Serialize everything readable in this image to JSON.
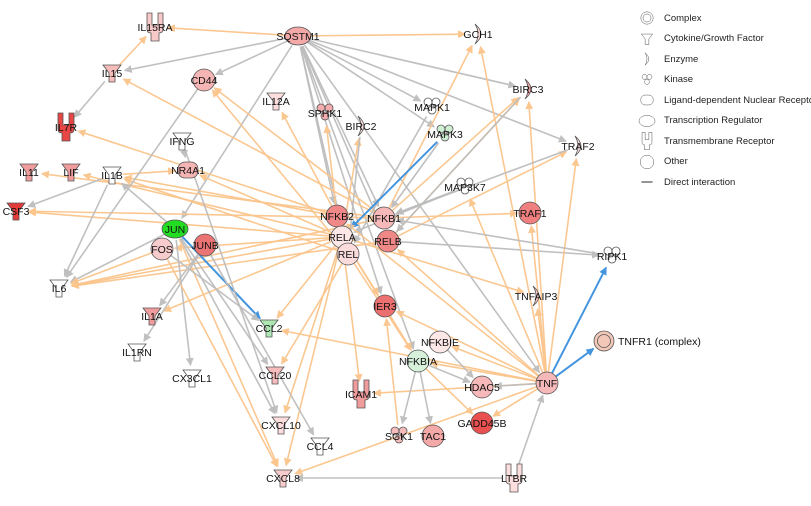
{
  "nodes": [
    {
      "id": "SQSTM1",
      "label": "SQSTM1",
      "shape": "transcription-regulator",
      "color": "#f4a9a9"
    },
    {
      "id": "IL15RA",
      "label": "IL15RA",
      "shape": "transmembrane-receptor",
      "color": "#f8c9c9"
    },
    {
      "id": "GCH1",
      "label": "GCH1",
      "shape": "enzyme",
      "color": "#fbd6d6"
    },
    {
      "id": "IL15",
      "label": "IL15",
      "shape": "cytokine",
      "color": "#f6bcbc"
    },
    {
      "id": "CD44",
      "label": "CD44",
      "shape": "other",
      "color": "#f6b5b5"
    },
    {
      "id": "BIRC3",
      "label": "BIRC3",
      "shape": "enzyme",
      "color": "#f2a3a3"
    },
    {
      "id": "IL7R",
      "label": "IL7R",
      "shape": "transmembrane-receptor",
      "color": "#e84545"
    },
    {
      "id": "IL12A",
      "label": "IL12A",
      "shape": "cytokine",
      "color": "#fcdede"
    },
    {
      "id": "SPHK1",
      "label": "SPHK1",
      "shape": "kinase",
      "color": "#f4adad"
    },
    {
      "id": "MAPK1",
      "label": "MAPK1",
      "shape": "kinase",
      "color": "#ffffff"
    },
    {
      "id": "BIRC2",
      "label": "BIRC2",
      "shape": "enzyme",
      "color": "#fcdede"
    },
    {
      "id": "MAPK3",
      "label": "MAPK3",
      "shape": "kinase",
      "color": "#cfeed2"
    },
    {
      "id": "TRAF2",
      "label": "TRAF2",
      "shape": "enzyme",
      "color": "#fcdede"
    },
    {
      "id": "IFNG",
      "label": "IFNG",
      "shape": "cytokine",
      "color": "#ffffff"
    },
    {
      "id": "IL11",
      "label": "IL11",
      "shape": "cytokine",
      "color": "#f19c9c"
    },
    {
      "id": "LIF",
      "label": "LIF",
      "shape": "cytokine",
      "color": "#f19c9c"
    },
    {
      "id": "IL1B",
      "label": "IL1B",
      "shape": "cytokine",
      "color": "#ffffff"
    },
    {
      "id": "NR4A1",
      "label": "NR4A1",
      "shape": "ligand-receptor",
      "color": "#f6b5b5"
    },
    {
      "id": "MAP3K7",
      "label": "MAP3K7",
      "shape": "kinase",
      "color": "#ffffff"
    },
    {
      "id": "CSF3",
      "label": "CSF3",
      "shape": "cytokine",
      "color": "#e53a3a"
    },
    {
      "id": "JUN",
      "label": "JUN",
      "shape": "transcription-regulator",
      "color": "#22dd22"
    },
    {
      "id": "NFKB2",
      "label": "NFKB2",
      "shape": "other",
      "color": "#f08888"
    },
    {
      "id": "NFKB1",
      "label": "NFKB1",
      "shape": "other",
      "color": "#f6b8b8"
    },
    {
      "id": "TRAF1",
      "label": "TRAF1",
      "shape": "other",
      "color": "#f08080"
    },
    {
      "id": "RELA",
      "label": "RELA",
      "shape": "other",
      "color": "#fde7e7"
    },
    {
      "id": "FOS",
      "label": "FOS",
      "shape": "other",
      "color": "#f8cccc"
    },
    {
      "id": "JUNB",
      "label": "JUNB",
      "shape": "other",
      "color": "#ec7373"
    },
    {
      "id": "RELB",
      "label": "RELB",
      "shape": "other",
      "color": "#f08888"
    },
    {
      "id": "REL",
      "label": "REL",
      "shape": "other",
      "color": "#fbdcdc"
    },
    {
      "id": "RIPK1",
      "label": "RIPK1",
      "shape": "kinase",
      "color": "#ffffff"
    },
    {
      "id": "IL6",
      "label": "IL6",
      "shape": "cytokine",
      "color": "#ffffff"
    },
    {
      "id": "TNFAIP3",
      "label": "TNFAIP3",
      "shape": "enzyme",
      "color": "#f8c6c6"
    },
    {
      "id": "IER3",
      "label": "IER3",
      "shape": "other",
      "color": "#ec7070"
    },
    {
      "id": "IL1A",
      "label": "IL1A",
      "shape": "cytokine",
      "color": "#f19c9c"
    },
    {
      "id": "CCL2",
      "label": "CCL2",
      "shape": "cytokine",
      "color": "#aee7b4"
    },
    {
      "id": "NFKBIE",
      "label": "NFKBIE",
      "shape": "other",
      "color": "#fde7e7"
    },
    {
      "id": "TNFR1",
      "label": "TNFR1 (complex)",
      "shape": "complex",
      "color": "#f4c8b8"
    },
    {
      "id": "IL1RN",
      "label": "IL1RN",
      "shape": "cytokine",
      "color": "#ffffff"
    },
    {
      "id": "NFKBIA",
      "label": "NFKBIA",
      "shape": "other",
      "color": "#d6f0d9"
    },
    {
      "id": "CX3CL1",
      "label": "CX3CL1",
      "shape": "cytokine",
      "color": "#ffffff"
    },
    {
      "id": "CCL20",
      "label": "CCL20",
      "shape": "cytokine",
      "color": "#f6bcbc"
    },
    {
      "id": "ICAM1",
      "label": "ICAM1",
      "shape": "transmembrane-receptor",
      "color": "#f19c9c"
    },
    {
      "id": "HDAC5",
      "label": "HDAC5",
      "shape": "other",
      "color": "#f6b8b8"
    },
    {
      "id": "TNF",
      "label": "TNF",
      "shape": "other",
      "color": "#f6b8b8"
    },
    {
      "id": "GADD45B",
      "label": "GADD45B",
      "shape": "other",
      "color": "#ea5050"
    },
    {
      "id": "CXCL10",
      "label": "CXCL10",
      "shape": "cytokine",
      "color": "#fcdede"
    },
    {
      "id": "SGK1",
      "label": "SGK1",
      "shape": "kinase",
      "color": "#f6bcbc"
    },
    {
      "id": "TAC1",
      "label": "TAC1",
      "shape": "other",
      "color": "#f4a9a9"
    },
    {
      "id": "CCL4",
      "label": "CCL4",
      "shape": "cytokine",
      "color": "#ffffff"
    },
    {
      "id": "CXCL8",
      "label": "CXCL8",
      "shape": "cytokine",
      "color": "#f8cccc"
    },
    {
      "id": "LTBR",
      "label": "LTBR",
      "shape": "transmembrane-receptor",
      "color": "#fcdede"
    }
  ],
  "edges": [
    {
      "from": "SQSTM1",
      "to": "IL15RA",
      "kind": "orange"
    },
    {
      "from": "SQSTM1",
      "to": "GCH1",
      "kind": "orange"
    },
    {
      "from": "SQSTM1",
      "to": "CD44",
      "kind": "gray"
    },
    {
      "from": "SQSTM1",
      "to": "NFKB1",
      "kind": "gray"
    },
    {
      "from": "SQSTM1",
      "to": "NFKB2",
      "kind": "gray"
    },
    {
      "from": "SQSTM1",
      "to": "REL",
      "kind": "gray"
    },
    {
      "from": "SQSTM1",
      "to": "RELB",
      "kind": "gray"
    },
    {
      "from": "SQSTM1",
      "to": "MAPK1",
      "kind": "gray"
    },
    {
      "from": "SQSTM1",
      "to": "MAPK3",
      "kind": "gray"
    },
    {
      "from": "SQSTM1",
      "to": "BIRC3",
      "kind": "gray"
    },
    {
      "from": "SQSTM1",
      "to": "TRAF2",
      "kind": "gray"
    },
    {
      "from": "SQSTM1",
      "to": "TNF",
      "kind": "gray"
    },
    {
      "from": "SQSTM1",
      "to": "IER3",
      "kind": "gray"
    },
    {
      "from": "SQSTM1",
      "to": "NFKBIA",
      "kind": "gray"
    },
    {
      "from": "SQSTM1",
      "to": "JUN",
      "kind": "gray"
    },
    {
      "from": "SQSTM1",
      "to": "IL15",
      "kind": "gray"
    },
    {
      "from": "IL15",
      "to": "IL7R",
      "kind": "gray"
    },
    {
      "from": "IL15",
      "to": "IL15RA",
      "kind": "orange"
    },
    {
      "from": "NFKB1",
      "to": "IL15",
      "kind": "orange"
    },
    {
      "from": "NFKB1",
      "to": "CD44",
      "kind": "orange"
    },
    {
      "from": "NFKB1",
      "to": "BIRC3",
      "kind": "orange"
    },
    {
      "from": "NFKB1",
      "to": "GCH1",
      "kind": "orange"
    },
    {
      "from": "NFKB1",
      "to": "TRAF1",
      "kind": "orange"
    },
    {
      "from": "NFKB1",
      "to": "IL11",
      "kind": "orange"
    },
    {
      "from": "NFKB1",
      "to": "CSF3",
      "kind": "orange"
    },
    {
      "from": "NFKB1",
      "to": "IL6",
      "kind": "orange"
    },
    {
      "from": "NFKB2",
      "to": "IL1B",
      "kind": "orange"
    },
    {
      "from": "NFKB2",
      "to": "IL7R",
      "kind": "orange"
    },
    {
      "from": "NFKB2",
      "to": "SPHK1",
      "kind": "orange"
    },
    {
      "from": "NFKB2",
      "to": "IL12A",
      "kind": "orange"
    },
    {
      "from": "RELA",
      "to": "NR4A1",
      "kind": "orange"
    },
    {
      "from": "RELA",
      "to": "FOS",
      "kind": "orange"
    },
    {
      "from": "RELA",
      "to": "CSF3",
      "kind": "orange"
    },
    {
      "from": "RELA",
      "to": "IL6",
      "kind": "orange"
    },
    {
      "from": "RELA",
      "to": "ICAM1",
      "kind": "orange"
    },
    {
      "from": "RELA",
      "to": "CCL2",
      "kind": "orange"
    },
    {
      "from": "RELA",
      "to": "CXCL8",
      "kind": "orange"
    },
    {
      "from": "RELA",
      "to": "CXCL10",
      "kind": "orange"
    },
    {
      "from": "RELA",
      "to": "BIRC2",
      "kind": "orange"
    },
    {
      "from": "RELA",
      "to": "TNFAIP3",
      "kind": "orange"
    },
    {
      "from": "RELA",
      "to": "NFKBIA",
      "kind": "orange"
    },
    {
      "from": "RELA",
      "to": "IER3",
      "kind": "orange"
    },
    {
      "from": "RELA",
      "to": "IL1A",
      "kind": "orange"
    },
    {
      "from": "RELA",
      "to": "LIF",
      "kind": "orange"
    },
    {
      "from": "RELB",
      "to": "TRAF2",
      "kind": "orange"
    },
    {
      "from": "RELB",
      "to": "BIRC3",
      "kind": "orange"
    },
    {
      "from": "RELB",
      "to": "RIPK1",
      "kind": "gray"
    },
    {
      "from": "RELB",
      "to": "IL6",
      "kind": "orange"
    },
    {
      "from": "REL",
      "to": "CD44",
      "kind": "orange"
    },
    {
      "from": "REL",
      "to": "CCL20",
      "kind": "orange"
    },
    {
      "from": "REL",
      "to": "NFKBIA",
      "kind": "orange"
    },
    {
      "from": "REL",
      "to": "IL1B",
      "kind": "orange"
    },
    {
      "from": "JUN",
      "to": "CCL2",
      "kind": "blue"
    },
    {
      "from": "JUN",
      "to": "IL6",
      "kind": "gray"
    },
    {
      "from": "JUN",
      "to": "CXCL8",
      "kind": "orange"
    },
    {
      "from": "JUN",
      "to": "CX3CL1",
      "kind": "gray"
    },
    {
      "from": "JUN",
      "to": "CCL20",
      "kind": "gray"
    },
    {
      "from": "JUN",
      "to": "CXCL10",
      "kind": "gray"
    },
    {
      "from": "JUN",
      "to": "IL1B",
      "kind": "gray"
    },
    {
      "from": "FOS",
      "to": "IL6",
      "kind": "orange"
    },
    {
      "from": "FOS",
      "to": "CXCL8",
      "kind": "orange"
    },
    {
      "from": "FOS",
      "to": "CCL2",
      "kind": "gray"
    },
    {
      "from": "JUNB",
      "to": "IL1RN",
      "kind": "gray"
    },
    {
      "from": "JUNB",
      "to": "CCL4",
      "kind": "gray"
    },
    {
      "from": "JUNB",
      "to": "IL1A",
      "kind": "gray"
    },
    {
      "from": "IL1B",
      "to": "CSF3",
      "kind": "gray"
    },
    {
      "from": "IL1B",
      "to": "NR4A1",
      "kind": "orange"
    },
    {
      "from": "IFNG",
      "to": "CXCL10",
      "kind": "gray"
    },
    {
      "from": "IFNG",
      "to": "NR4A1",
      "kind": "gray"
    },
    {
      "from": "CD44",
      "to": "IL6",
      "kind": "gray"
    },
    {
      "from": "MAPK1",
      "to": "REL",
      "kind": "gray"
    },
    {
      "from": "MAPK3",
      "to": "RELA",
      "kind": "blue"
    },
    {
      "from": "MAPK3",
      "to": "NFKB1",
      "kind": "gray"
    },
    {
      "from": "MAP3K7",
      "to": "NFKB1",
      "kind": "gray"
    },
    {
      "from": "MAP3K7",
      "to": "RELA",
      "kind": "gray"
    },
    {
      "from": "TNF",
      "to": "TNFR1",
      "kind": "blue"
    },
    {
      "from": "TNF",
      "to": "RIPK1",
      "kind": "blue"
    },
    {
      "from": "TNF",
      "to": "TRAF1",
      "kind": "orange"
    },
    {
      "from": "TNF",
      "to": "BIRC3",
      "kind": "orange"
    },
    {
      "from": "TNF",
      "to": "TRAF2",
      "kind": "orange"
    },
    {
      "from": "TNF",
      "to": "TNFAIP3",
      "kind": "orange"
    },
    {
      "from": "TNF",
      "to": "IER3",
      "kind": "orange"
    },
    {
      "from": "TNF",
      "to": "NFKBIA",
      "kind": "orange"
    },
    {
      "from": "TNF",
      "to": "NFKBIE",
      "kind": "orange"
    },
    {
      "from": "TNF",
      "to": "RELB",
      "kind": "orange"
    },
    {
      "from": "TNF",
      "to": "NFKB2",
      "kind": "orange"
    },
    {
      "from": "TNF",
      "to": "ICAM1",
      "kind": "orange"
    },
    {
      "from": "TNF",
      "to": "CCL2",
      "kind": "orange"
    },
    {
      "from": "TNF",
      "to": "CXCL8",
      "kind": "orange"
    },
    {
      "from": "TNF",
      "to": "GADD45B",
      "kind": "orange"
    },
    {
      "from": "TNF",
      "to": "HDAC5",
      "kind": "gray"
    },
    {
      "from": "TNF",
      "to": "MAP3K7",
      "kind": "orange"
    },
    {
      "from": "TNF",
      "to": "GCH1",
      "kind": "orange"
    },
    {
      "from": "NFKBIA",
      "to": "SGK1",
      "kind": "gray"
    },
    {
      "from": "NFKBIA",
      "to": "TAC1",
      "kind": "gray"
    },
    {
      "from": "NFKBIA",
      "to": "GADD45B",
      "kind": "orange"
    },
    {
      "from": "NFKBIA",
      "to": "HDAC5",
      "kind": "gray"
    },
    {
      "from": "NFKBIE",
      "to": "HDAC5",
      "kind": "gray"
    },
    {
      "from": "LTBR",
      "to": "TNF",
      "kind": "gray"
    },
    {
      "from": "LTBR",
      "to": "CXCL8",
      "kind": "gray"
    },
    {
      "from": "IL1B",
      "to": "IL6",
      "kind": "gray"
    },
    {
      "from": "BIRC2",
      "to": "REL",
      "kind": "gray"
    },
    {
      "from": "BIRC3",
      "to": "RELB",
      "kind": "gray"
    },
    {
      "from": "TRAF2",
      "to": "NFKB1",
      "kind": "gray"
    },
    {
      "from": "RIPK1",
      "to": "NFKB1",
      "kind": "gray"
    },
    {
      "from": "SGK1",
      "to": "IER3",
      "kind": "orange"
    }
  ],
  "legend": [
    {
      "shape": "complex",
      "label": "Complex"
    },
    {
      "shape": "cytokine",
      "label": "Cytokine/Growth Factor"
    },
    {
      "shape": "enzyme",
      "label": "Enzyme"
    },
    {
      "shape": "kinase",
      "label": "Kinase"
    },
    {
      "shape": "ligand-receptor",
      "label": "Ligand-dependent Nuclear Recepto"
    },
    {
      "shape": "transcription-regulator",
      "label": "Transcription Regulator"
    },
    {
      "shape": "transmembrane-receptor",
      "label": "Transmembrane Receptor"
    },
    {
      "shape": "other",
      "label": "Other"
    },
    {
      "shape": "line",
      "label": "Direct interaction"
    }
  ],
  "colors": {
    "orange": "#fbc58c",
    "gray": "#bdbdbd",
    "blue": "#3a90dd",
    "outline": "#555555"
  }
}
